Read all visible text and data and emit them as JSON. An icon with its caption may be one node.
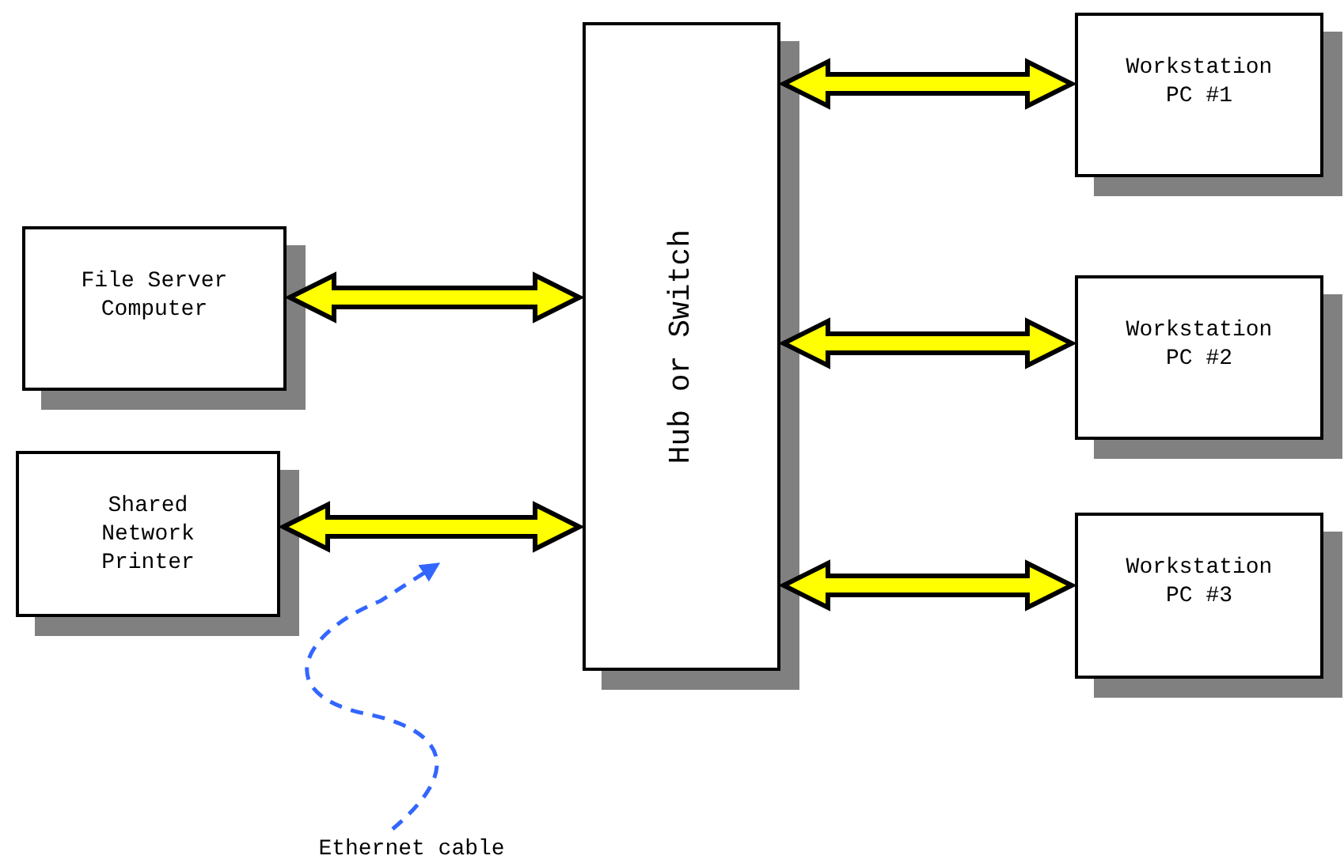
{
  "diagram": {
    "nodes": [
      {
        "text": [
          "File Server Computer"
        ]
      },
      {
        "text": [
          "Shared Network Printer"
        ]
      },
      {
        "text": [
          "Hub or Switch"
        ]
      },
      {
        "text": [
          "Workstation PC #1"
        ]
      },
      {
        "text": [
          "Workstation PC #2"
        ]
      },
      {
        "text": [
          "Workstation PC #3"
        ]
      },
      {
        "text": [
          "Ethernet cable"
        ]
      }
    ],
    "edges": [
      {
        "from": 0,
        "to": 2,
        "arrow": "both",
        "style": "thick"
      },
      {
        "from": 1,
        "to": 2,
        "arrow": "both",
        "style": "thick"
      },
      {
        "from": 2,
        "to": 3,
        "arrow": "both",
        "style": "thick"
      },
      {
        "from": 2,
        "to": 4,
        "arrow": "both",
        "style": "thick"
      },
      {
        "from": 2,
        "to": 5,
        "arrow": "both",
        "style": "thick"
      },
      {
        "from": 6,
        "to": null,
        "arrow": "to",
        "style": "dashed",
        "color": "#3366ff"
      }
    ]
  }
}
